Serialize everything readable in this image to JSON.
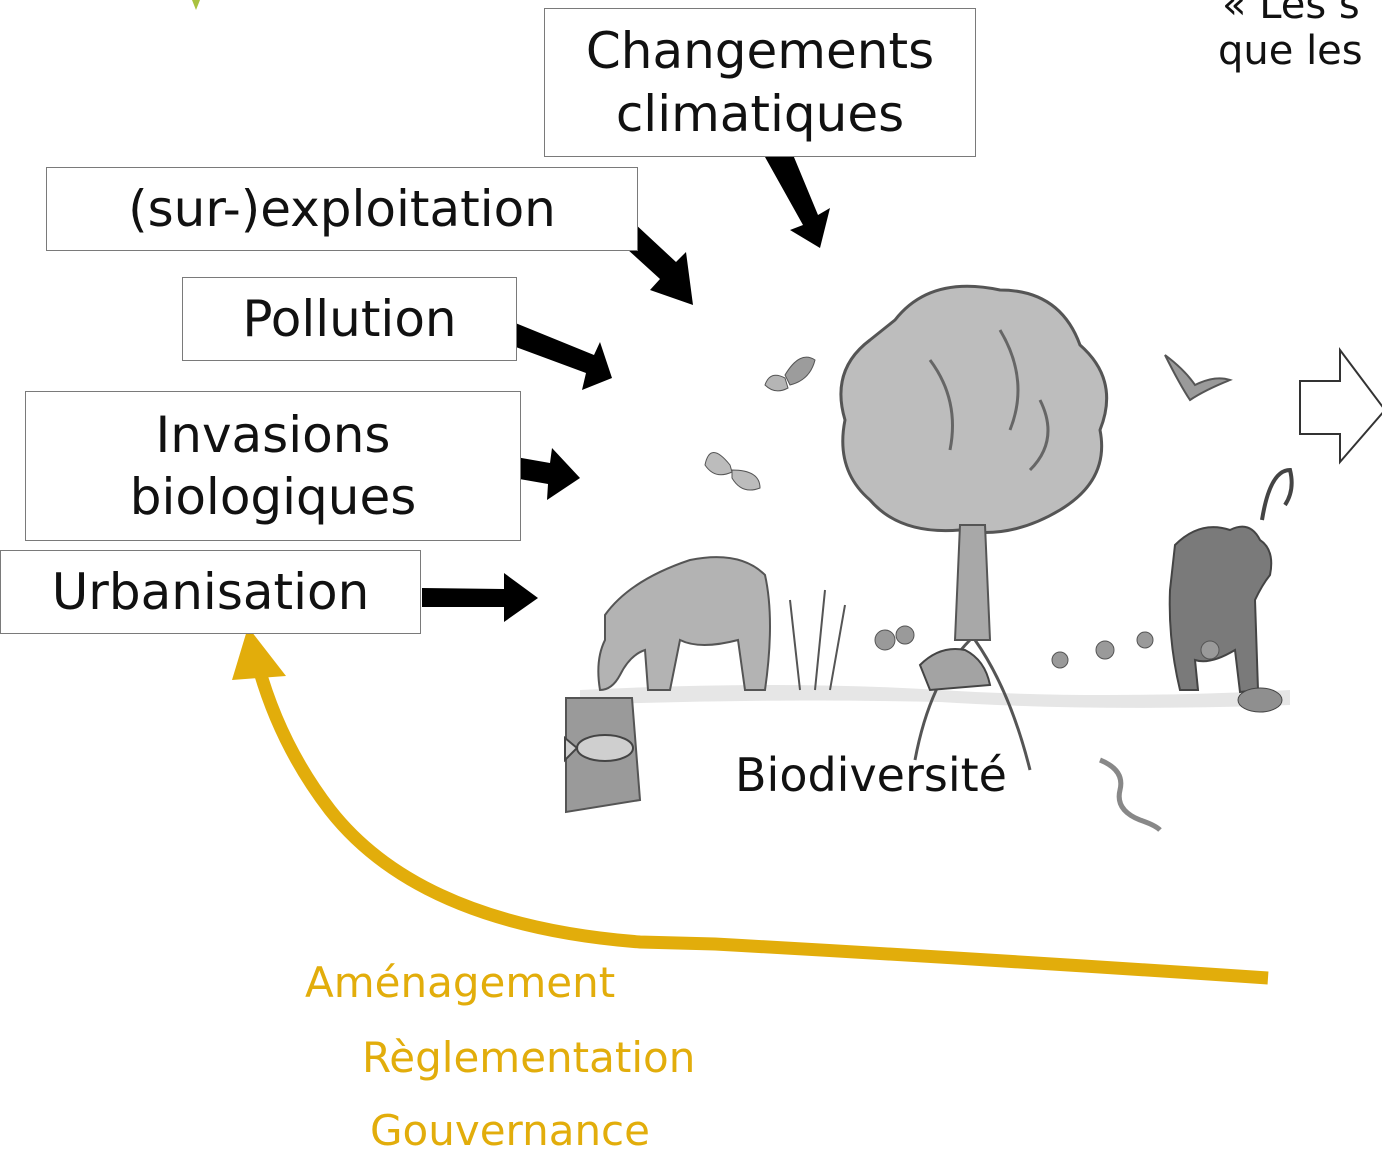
{
  "pressures": {
    "climat": [
      "Changements",
      "climatiques"
    ],
    "exploitation": "(sur-)exploitation",
    "pollution": "Pollution",
    "invasions": [
      "Invasions",
      "biologiques"
    ],
    "urbanisation": "Urbanisation"
  },
  "center": {
    "label": "Biodiversité"
  },
  "responses": [
    "Aménagement",
    "Règlementation",
    "Gouvernance"
  ],
  "corner_text": [
    "« Les s",
    "que les"
  ],
  "colors": {
    "response": "#e2ad0b",
    "arrow": "#000000",
    "illustration": "#a6a6a6"
  },
  "icons": [
    "tree-icon",
    "bear-icon",
    "fish-icon",
    "butterfly-icon",
    "bird-icon",
    "ibex-icon",
    "mouse-icon",
    "worm-icon",
    "frog-icon",
    "flower-icon"
  ]
}
